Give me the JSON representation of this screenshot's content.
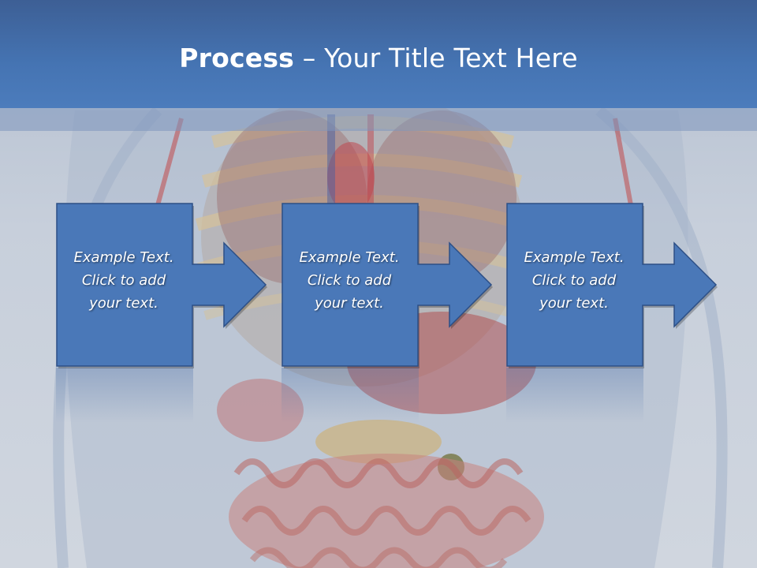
{
  "slide": {
    "title_bold": "Process",
    "title_rest": " – Your Title Text Here"
  },
  "steps": [
    {
      "text": "Example Text.\nClick  to add\nyour text."
    },
    {
      "text": "Example Text.\nClick  to add\nyour text."
    },
    {
      "text": "Example Text.\nClick  to add\nyour text."
    }
  ],
  "colors": {
    "header": "#4574b3",
    "step_fill": "#4a78b8",
    "step_border": "#2c4f86"
  }
}
